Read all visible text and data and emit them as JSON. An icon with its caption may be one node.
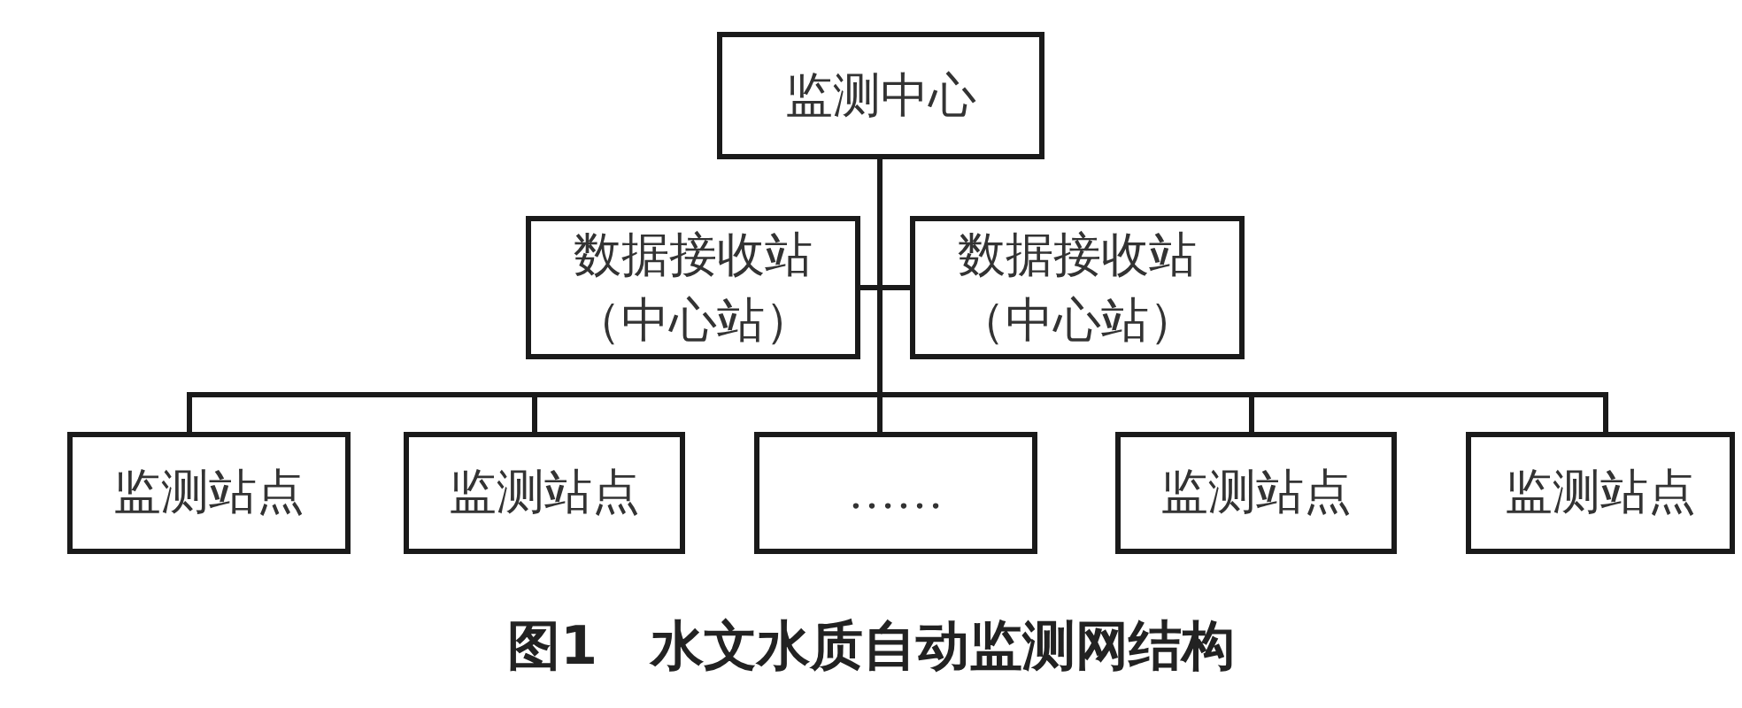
{
  "diagram": {
    "caption": "图1　水文水质自动监测网结构",
    "nodes": [
      {
        "text": [
          "监测中心"
        ]
      },
      {
        "text": [
          "数据接收站（中心站）"
        ]
      },
      {
        "text": [
          "数据接收站（中心站）"
        ]
      },
      {
        "text": [
          "监测站点"
        ]
      },
      {
        "text": [
          "监测站点"
        ]
      },
      {
        "text": [
          "……"
        ]
      },
      {
        "text": [
          "监测站点"
        ]
      },
      {
        "text": [
          "监测站点"
        ]
      }
    ],
    "edges": [
      {
        "from": 0,
        "to": 1,
        "arrow": "none"
      },
      {
        "from": 0,
        "to": 2,
        "arrow": "none"
      },
      {
        "from": 0,
        "to": 3,
        "arrow": "none"
      },
      {
        "from": 0,
        "to": 4,
        "arrow": "none"
      },
      {
        "from": 0,
        "to": 5,
        "arrow": "none"
      },
      {
        "from": 0,
        "to": 6,
        "arrow": "none"
      },
      {
        "from": 0,
        "to": 7,
        "arrow": "none"
      }
    ]
  }
}
